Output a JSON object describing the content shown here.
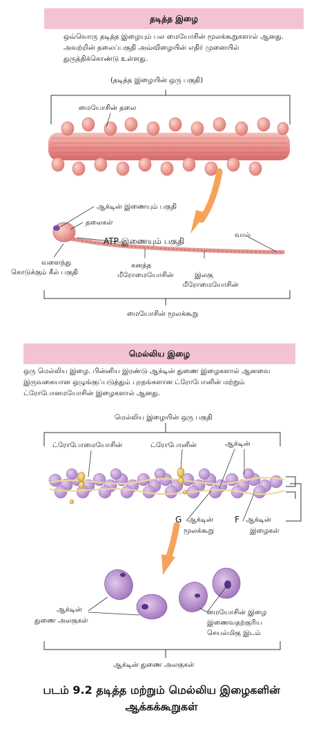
{
  "thick": {
    "header": "தடித்த இழை",
    "paragraph": "ஒவ்வொரு தடித்த இழையும் பல மையோசின் மூலக்கூறுகளால் ஆனது. அவற்றின் தலைப்பகுதி அவ்விழையின் எதிர் முனையில் துருத்திக்கொண்டு உள்ளது.",
    "part_title": "(தடித்த இழையின் ஒரு பகுதி)",
    "myosin_head": "மையோசின் தலை",
    "actin_binding_site": "ஆக்டின் இணையும் பகுதி",
    "heads": "தலைகள்",
    "atp_binding_site": "ATP இணையும் பகுதி",
    "tail": "வால்",
    "hinge_line1": "வளைந்து",
    "hinge_line2": "கொடுக்கும் கீல் பகுதி",
    "heavy_meromyosin_line1": "கனத்த",
    "heavy_meromyosin_line2": "மீரோமையோசின்",
    "light_meromyosin_line1": "இலகு",
    "light_meromyosin_line2": "மீரோமையோசின்",
    "myosin_molecule": "மையோசின் மூலக்கூறு"
  },
  "thin": {
    "header": "மெல்லிய இழை",
    "paragraph": "ஒரு மெல்லிய இழை. பின்னிய இரண்டு ஆக்டின் துணை இழைகளால் ஆனவை இருவகையான ஒழுங்குப்படுத்தும் புரதங்களான ட்ரோபோனின் மற்றும் ட்ரோபோனமயோசின் இழைகளால் ஆனது.",
    "part_title": "மெல்லிய இழையின் ஒரு பகுதி",
    "tropomyosin": "ட்ரோபோமையோசின்",
    "troponin": "ட்ரோபோனின்",
    "actin": "ஆக்டின்",
    "g_letter": "G",
    "g_actin_line1": "ஆக்டின்",
    "g_actin_line2": "மூலக்கூறு",
    "f_letter": "F",
    "f_actin_line1": "ஆக்டின்",
    "f_actin_line2": "இழைகள்",
    "actin_subunits_line1": "ஆக்டின்",
    "actin_subunits_line2": "துணை அலகுகள்",
    "myosin_site_line1": "மையோசின் இழை",
    "myosin_site_line2": "இணைவதற்குரிய",
    "myosin_site_line3": "செயல்மிகு இடம்",
    "actin_subunits_bottom": "ஆக்டின் துணை அலகுகள்"
  },
  "caption_line1": "படம் 9.2 தடித்த மற்றும் மெல்லிய இழைகளின்",
  "caption_line2": "ஆக்கக்கூறுகள்",
  "colors": {
    "header_bg": "#f4c3d3",
    "myosin_pink": "#e9908c",
    "actin_purple": "#b487c9",
    "tropomyosin_gold": "#e8c766",
    "arrow_orange": "#f5a35a"
  }
}
